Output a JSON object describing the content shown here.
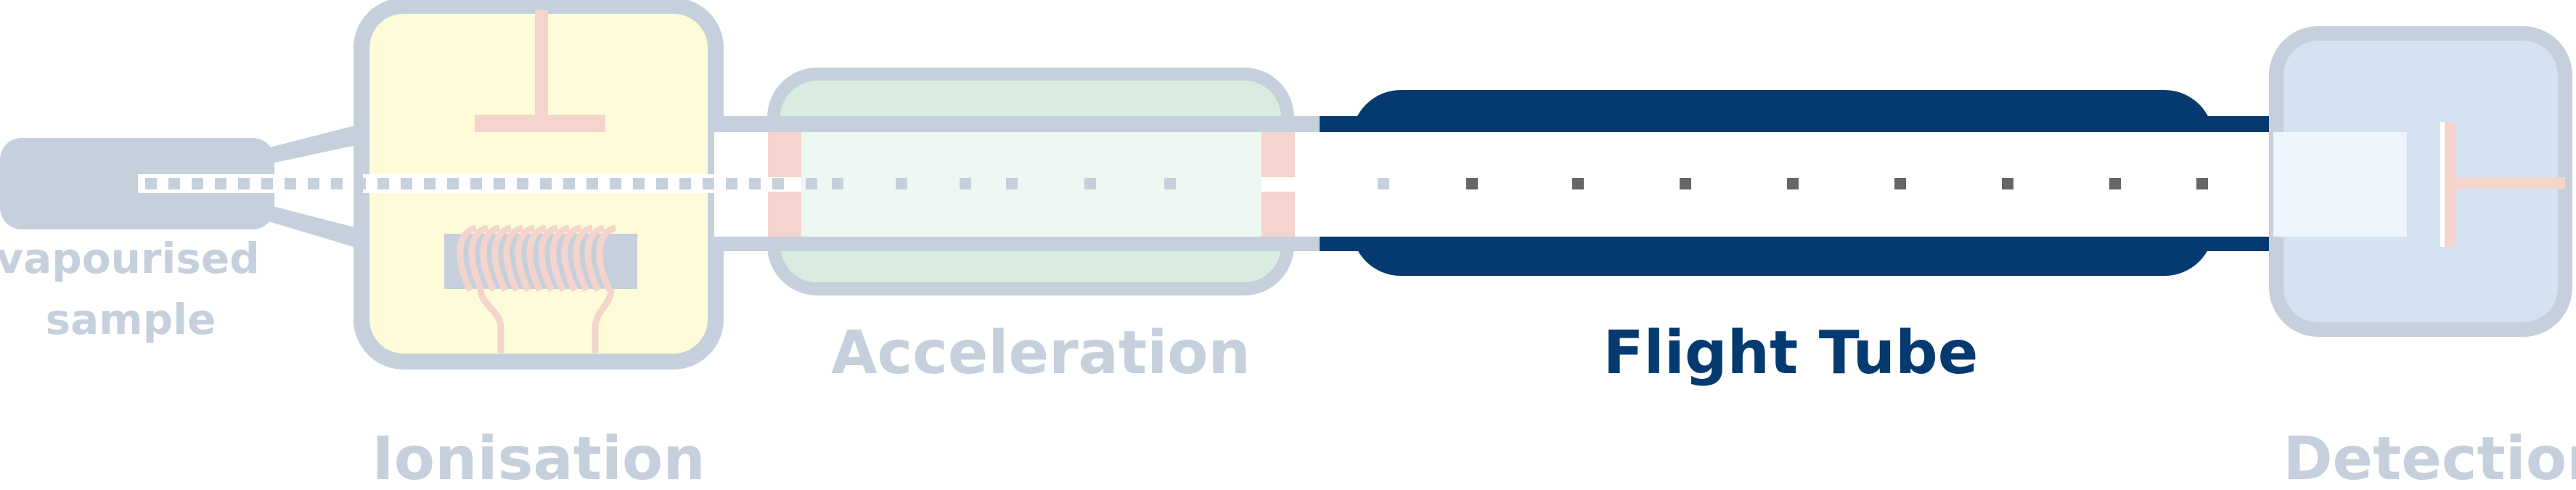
{
  "labels": {
    "sample_line1": "vapourised",
    "sample_line2": "sample",
    "ionisation": "Ionisation",
    "acceleration": "Acceleration",
    "flight_tube": "Flight Tube",
    "detection": "Detection"
  },
  "stages": [
    {
      "id": "ionisation",
      "highlighted": false
    },
    {
      "id": "acceleration",
      "highlighted": false
    },
    {
      "id": "flight-tube",
      "highlighted": true
    },
    {
      "id": "detection",
      "highlighted": false
    }
  ],
  "colors": {
    "dim_outline": "#c5d0dc",
    "dim_text": "#c5d0dc",
    "highlight_navy": "#053a70",
    "ionisation_fill": "#fefbd8",
    "acceleration_fill": "#d8ede0",
    "acceleration_inner": "#eef7f1",
    "detection_fill": "#d4e2f1",
    "detection_inner": "#eef4fb",
    "pink": "#f4d4cc",
    "ion_dark": "#666666"
  }
}
